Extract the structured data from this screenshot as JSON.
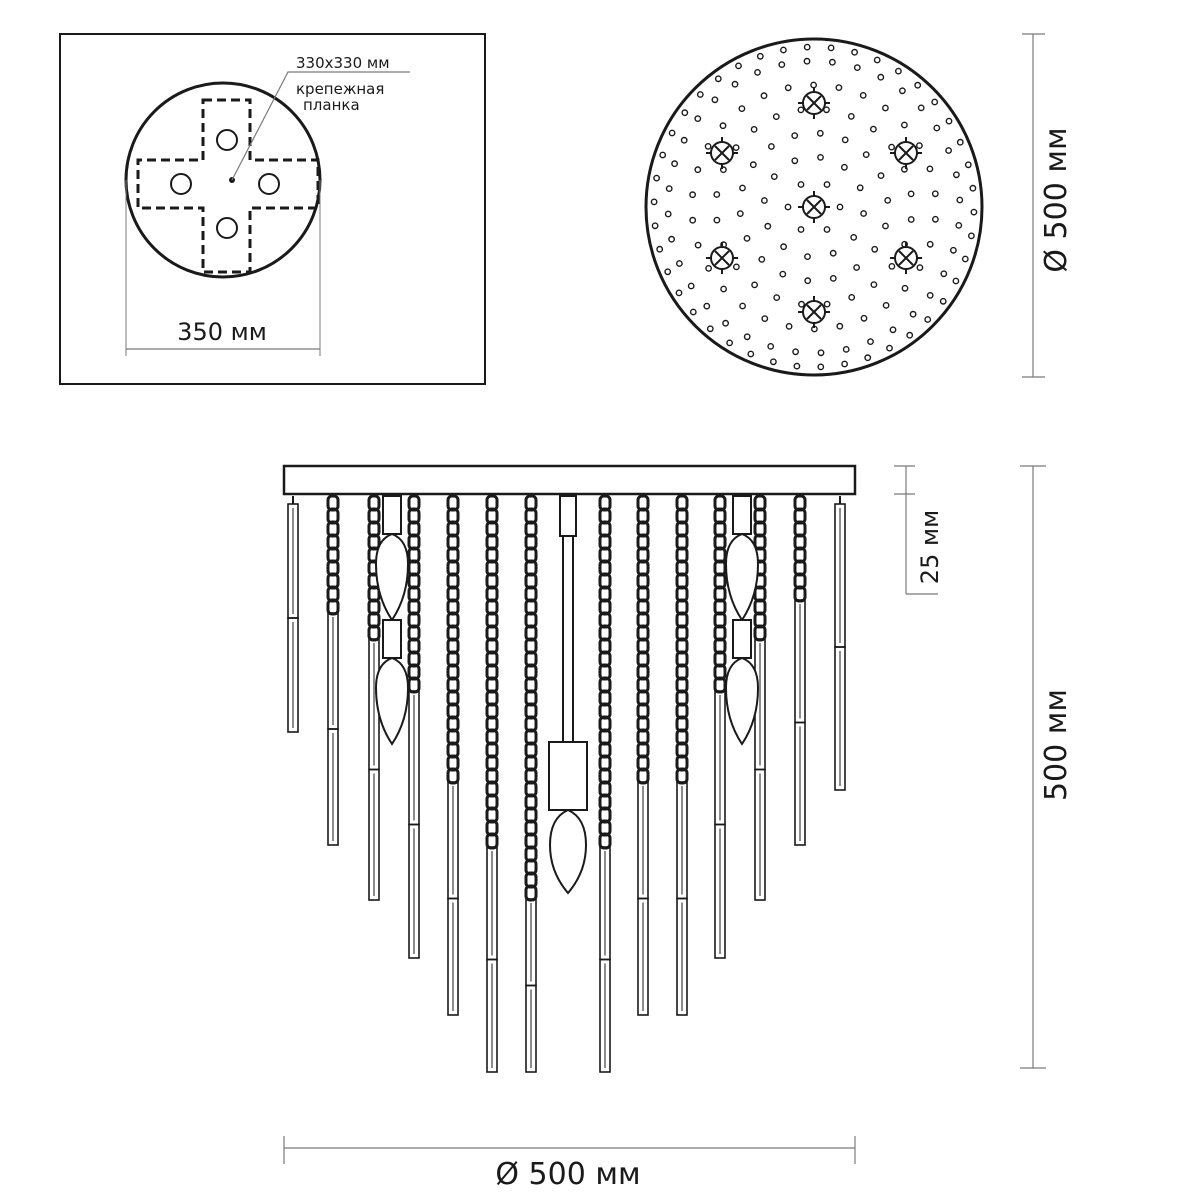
{
  "labels": {
    "plate_size": "330x330 мм",
    "plate_name_line1": "крепежная",
    "plate_name_line2": "планка",
    "mount_width": "350 мм",
    "canopy_diameter": "Ø 500 мм",
    "height": "500 мм",
    "canopy_thickness": "25 мм",
    "overall_diameter": "Ø 500 мм"
  },
  "colors": {
    "line": "#1a1a1a",
    "dim_line": "#7a7a7a"
  }
}
